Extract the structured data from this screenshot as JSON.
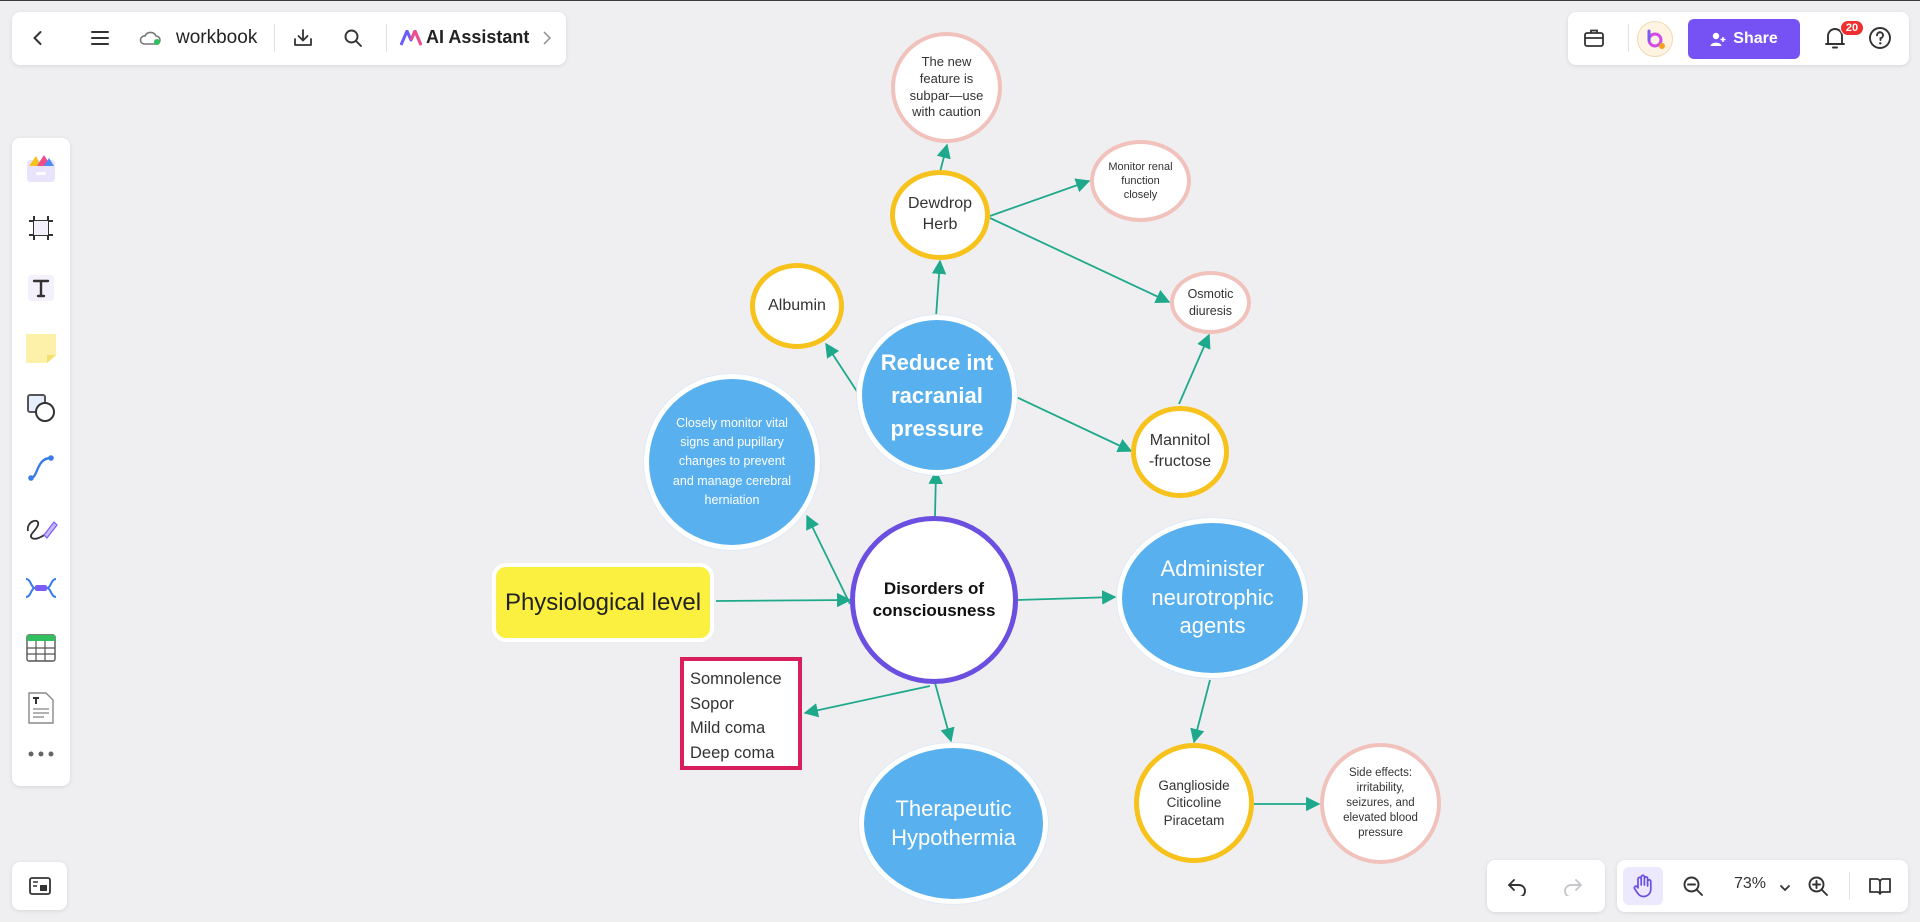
{
  "toolbar": {
    "doc_title": "workbook",
    "ai_label": "AI Assistant"
  },
  "topbar_right": {
    "share_label": "Share",
    "notification_count": "20"
  },
  "zoom": {
    "value": "73%"
  },
  "mindmap": {
    "center": "Disorders of consciousness",
    "physiological": "Physiological level",
    "consciousness_levels": [
      "Somnolence",
      "Sopor",
      "Mild coma",
      "Deep coma"
    ],
    "monitor": "Closely monitor vital signs and pupillary changes to prevent and manage cerebral herniation",
    "reduce_icp": "Reduce int racranial pressure",
    "albumin": "Albumin",
    "dewdrop": "Dewdrop Herb",
    "new_feature": "The new feature is subpar—use with caution",
    "renal": "Monitor renal function closely",
    "osmotic": "Osmotic diuresis",
    "mannitol": "Mannitol -fructose",
    "neurotrophic": "Administer neurotrophic agents",
    "ganglioside": "Ganglioside Citicoline Piracetam",
    "side_effects": "Side effects: irritability, seizures, and elevated blood pressure",
    "hypothermia": "Therapeutic Hypothermia"
  },
  "colors": {
    "accent": "#7651f4",
    "connector": "#1fa98c",
    "blue_node": "#58b0ee",
    "yellow_ring": "#f6c21b",
    "pink_ring": "#f1c2bc",
    "center_ring": "#6b4fe0",
    "physiological_fill": "#fbf03f",
    "levels_border": "#d81e5b"
  },
  "icons": [
    "back-icon",
    "menu-icon",
    "cloud-icon",
    "download-icon",
    "search-icon",
    "ai-logo-icon",
    "chevron-right-icon",
    "toolbox-icon",
    "avatar",
    "add-user-icon",
    "bell-icon",
    "help-icon",
    "template-icon",
    "frame-icon",
    "text-icon",
    "sticky-note-icon",
    "shape-icon",
    "connector-icon",
    "pen-icon",
    "mindmap-icon",
    "table-icon",
    "document-icon",
    "more-icon",
    "minimap-icon",
    "undo-icon",
    "redo-icon",
    "hand-icon",
    "zoom-out-icon",
    "zoom-in-icon",
    "book-icon"
  ]
}
